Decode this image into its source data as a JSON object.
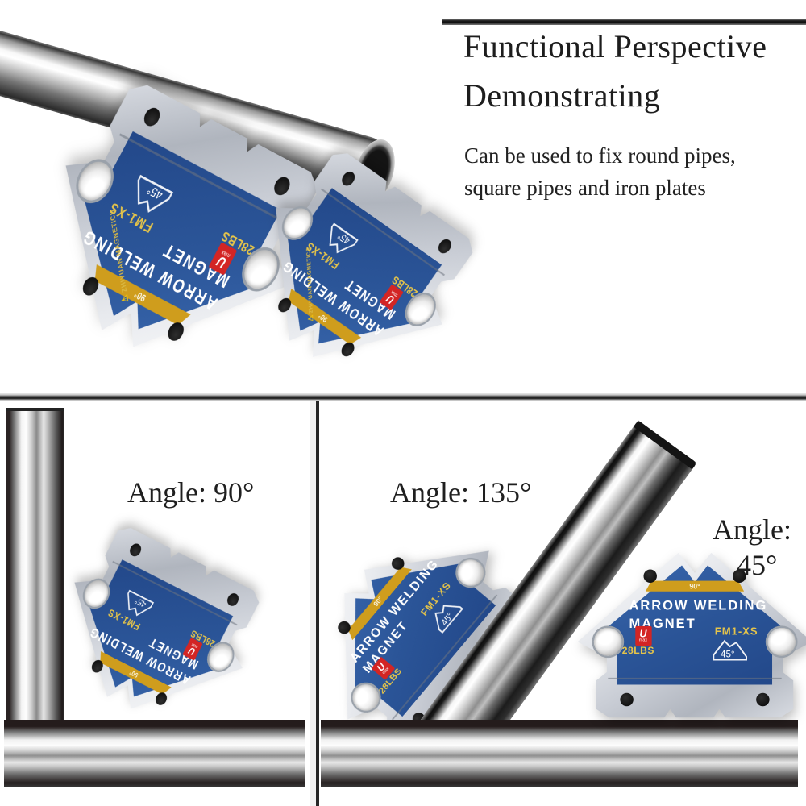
{
  "title": {
    "line1": "Functional Perspective",
    "line2": "Demonstrating"
  },
  "subtitle": {
    "line1": "Can be used to fix round pipes,",
    "line2": "square pipes and iron plates"
  },
  "panels": {
    "angle90": {
      "label": "Angle: 90°"
    },
    "angle135": {
      "label": "Angle: 135°"
    },
    "angle45": {
      "line1": "Angle:",
      "line2": "45°"
    }
  },
  "magnet": {
    "brand_line1": "ARROW WELDING",
    "brand_line2": "MAGNET",
    "model": "FM1-XS",
    "pull_capacity": "28LBS",
    "corner_angle_label": "90°",
    "arrow_angle_label": "45°",
    "logo_letter": "U",
    "logo_max": "max",
    "maker": "ZHIYUAN MAGNETICS",
    "warning_icon": "⚠"
  },
  "colors": {
    "magnet_blue": "#2b5598",
    "stripe_gold": "#cf9d1d",
    "label_gold": "#e5c44a",
    "logo_red": "#d32524",
    "text_dark": "#1d1d1d"
  }
}
